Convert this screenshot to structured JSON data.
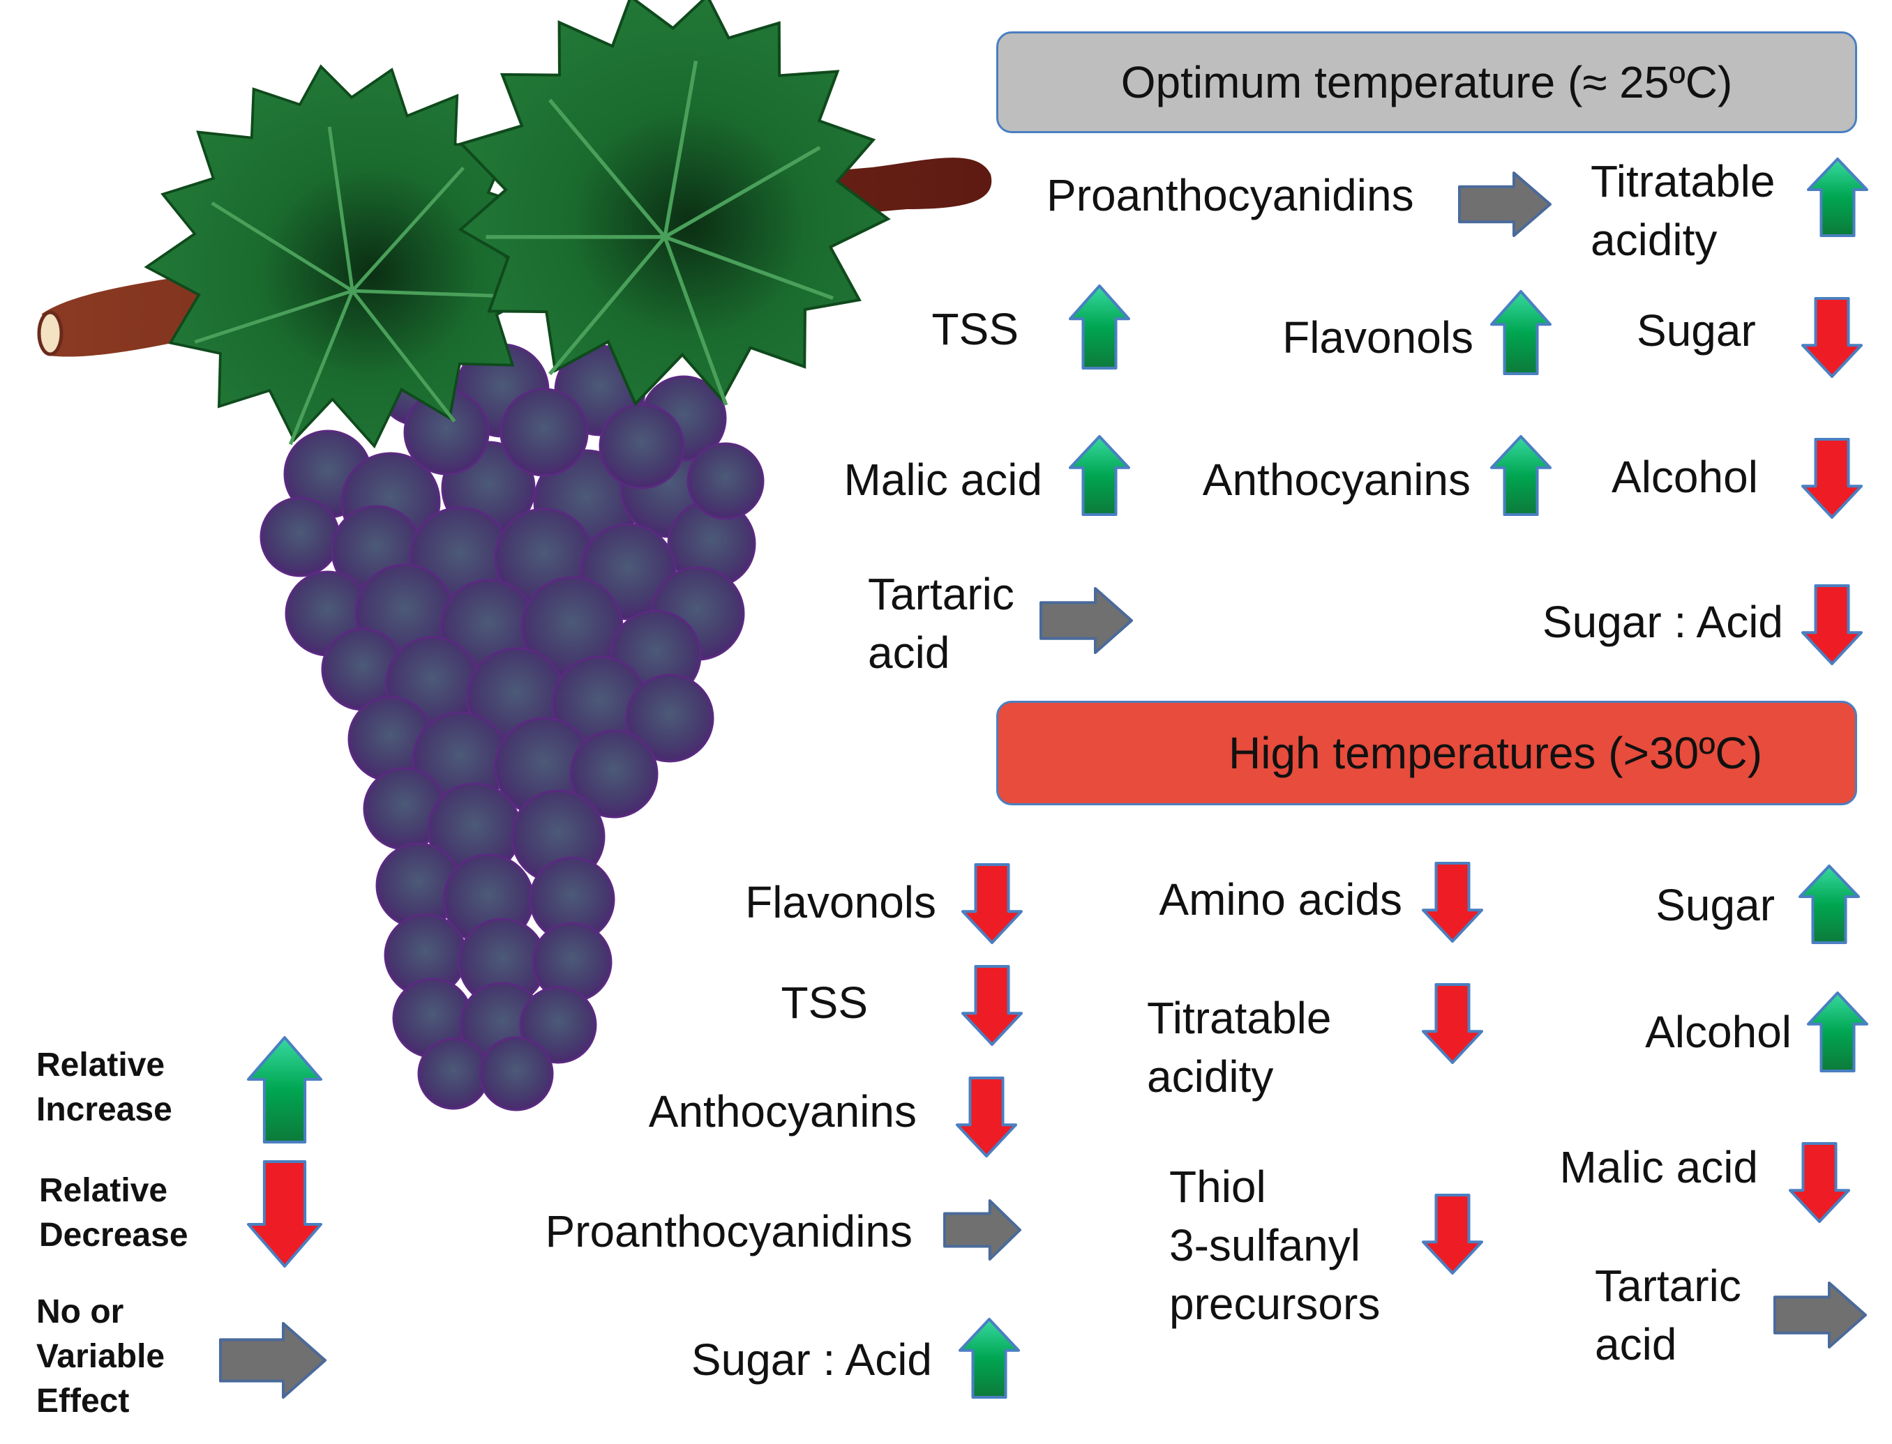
{
  "header_optimum": "Optimum temperature (≈ 25ºC)",
  "header_high": "High temperatures   (>30ºC)",
  "colors": {
    "increase": "#00a651",
    "decrease": "#ee1c24",
    "neutral": "#707070",
    "optimum_box": "#bebebe",
    "high_box": "#e74c3c",
    "box_border": "#4a7fc1",
    "grape": "#4a3a6e",
    "leaf": "#1f6b2e",
    "stem": "#7a2a1c"
  },
  "optimum_effects": [
    {
      "label": "Proanthocyanidins",
      "effect": "no-change"
    },
    {
      "label": "Titratable\nacidity",
      "effect": "increase"
    },
    {
      "label": "TSS",
      "effect": "increase"
    },
    {
      "label": "Flavonols",
      "effect": "increase"
    },
    {
      "label": "Sugar",
      "effect": "decrease"
    },
    {
      "label": "Malic acid",
      "effect": "increase"
    },
    {
      "label": "Anthocyanins",
      "effect": "increase"
    },
    {
      "label": "Alcohol",
      "effect": "decrease"
    },
    {
      "label": "Tartaric\nacid",
      "effect": "no-change"
    },
    {
      "label": "Sugar : Acid",
      "effect": "decrease"
    }
  ],
  "high_effects": [
    {
      "label": "Flavonols",
      "effect": "decrease"
    },
    {
      "label": "Amino acids",
      "effect": "decrease"
    },
    {
      "label": "Sugar",
      "effect": "increase"
    },
    {
      "label": "TSS",
      "effect": "decrease"
    },
    {
      "label": "Titratable\nacidity",
      "effect": "decrease"
    },
    {
      "label": "Alcohol",
      "effect": "increase"
    },
    {
      "label": "Anthocyanins",
      "effect": "decrease"
    },
    {
      "label": "Thiol\n3-sulfanyl\nprecursors",
      "effect": "decrease"
    },
    {
      "label": "Malic acid",
      "effect": "decrease"
    },
    {
      "label": "Proanthocyanidins",
      "effect": "no-change"
    },
    {
      "label": "Tartaric\nacid",
      "effect": "no-change"
    },
    {
      "label": "Sugar : Acid",
      "effect": "increase"
    }
  ],
  "legend": [
    {
      "label": "Relative\nIncrease",
      "effect": "increase"
    },
    {
      "label": "Relative\nDecrease",
      "effect": "decrease"
    },
    {
      "label": "No or\nVariable\nEffect",
      "effect": "no-change"
    }
  ]
}
